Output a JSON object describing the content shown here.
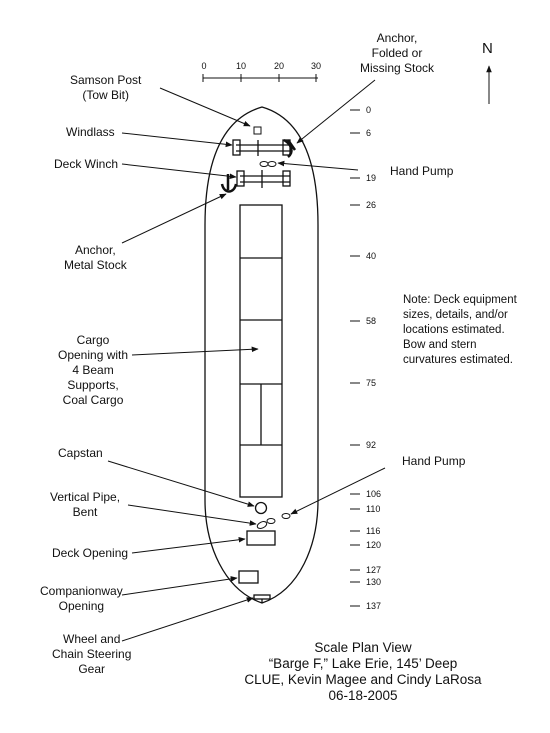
{
  "scale_ticks": [
    "0",
    "10",
    "20",
    "30"
  ],
  "north_label": "N",
  "depth_marks": [
    "0",
    "6",
    "19",
    "26",
    "40",
    "58",
    "75",
    "92",
    "106",
    "110",
    "116",
    "120",
    "127",
    "130",
    "137"
  ],
  "labels": {
    "samson_post": [
      "Samson Post",
      "(Tow Bit)"
    ],
    "windlass": [
      "Windlass"
    ],
    "deck_winch": [
      "Deck Winch"
    ],
    "anchor_metal": [
      "Anchor,",
      "Metal Stock"
    ],
    "cargo_opening": [
      "Cargo",
      "Opening with",
      "4 Beam",
      "Supports,",
      "Coal Cargo"
    ],
    "capstan": [
      "Capstan"
    ],
    "vertical_pipe": [
      "Vertical Pipe,",
      "Bent"
    ],
    "deck_opening": [
      "Deck Opening"
    ],
    "companionway": [
      "Companionway",
      "Opening"
    ],
    "wheel_chain": [
      "Wheel and",
      "Chain Steering",
      "Gear"
    ],
    "anchor_folded": [
      "Anchor,",
      "Folded or",
      "Missing Stock"
    ],
    "hand_pump_1": [
      "Hand Pump"
    ],
    "hand_pump_2": [
      "Hand Pump"
    ]
  },
  "note": [
    "Note:  Deck equipment",
    "sizes, details, and/or",
    "locations estimated.",
    "Bow and stern",
    "curvatures estimated."
  ],
  "caption": [
    "Scale Plan View",
    "“Barge F,”  Lake Erie, 145’ Deep",
    "CLUE, Kevin Magee and Cindy LaRosa",
    "06-18-2005"
  ]
}
